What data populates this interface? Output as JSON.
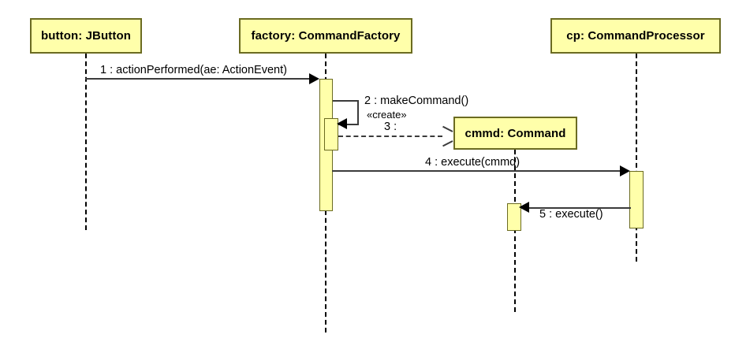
{
  "diagram": {
    "type": "uml-sequence-diagram",
    "colors": {
      "box_fill": "#ffffaa",
      "box_border": "#6b6b21",
      "line": "#3b3b3b",
      "text": "#000000",
      "background": "#ffffff"
    },
    "participants": [
      {
        "id": "button",
        "label": "button: JButton"
      },
      {
        "id": "factory",
        "label": "factory: CommandFactory"
      },
      {
        "id": "cp",
        "label": "cp: CommandProcessor"
      },
      {
        "id": "cmmd",
        "label": "cmmd: Command"
      }
    ],
    "messages": [
      {
        "seq": "1",
        "label": "1 : actionPerformed(ae: ActionEvent)",
        "from": "button",
        "to": "factory",
        "kind": "synchronous"
      },
      {
        "seq": "2",
        "label": "2 : makeCommand()",
        "from": "factory",
        "to": "factory",
        "kind": "self-call"
      },
      {
        "seq": "3",
        "label": "3 :",
        "stereotype": "« create »",
        "stereotype_text": "«create»",
        "from": "factory",
        "to": "cmmd",
        "kind": "create"
      },
      {
        "seq": "4",
        "label": "4 : execute(cmmd)",
        "from": "factory",
        "to": "cp",
        "kind": "synchronous"
      },
      {
        "seq": "5",
        "label": "5 : execute()",
        "from": "cp",
        "to": "cmmd",
        "kind": "synchronous"
      }
    ]
  }
}
